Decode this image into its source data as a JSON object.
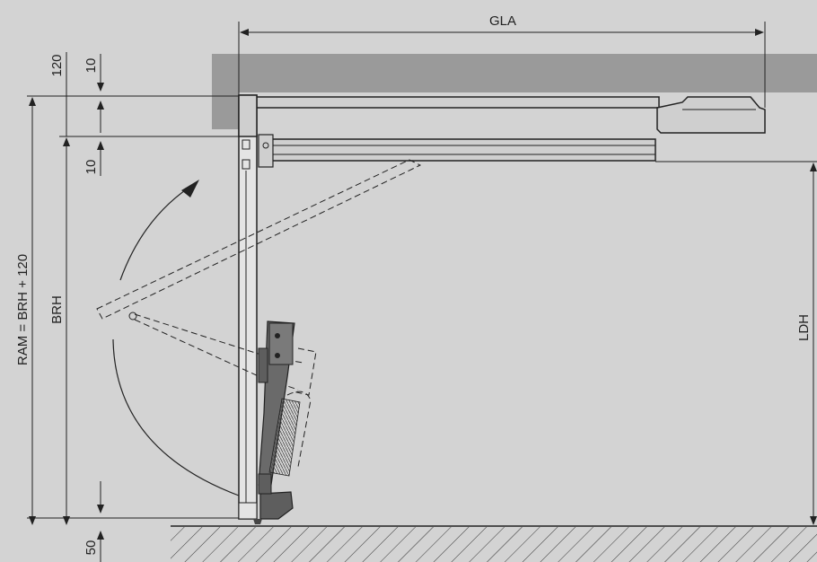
{
  "labels": {
    "gla": "GLA",
    "ldh": "LDH",
    "brh": "BRH",
    "ram": "RAM = BRH + 120",
    "d120": "120",
    "d10_top": "10",
    "d10_bottom": "10",
    "d50": "50"
  },
  "colors": {
    "background": "#d3d3d3",
    "ceiling": "#9a9a9a",
    "line": "#222222",
    "part": "#5e5e5e",
    "rail": "#cfcfcf"
  }
}
